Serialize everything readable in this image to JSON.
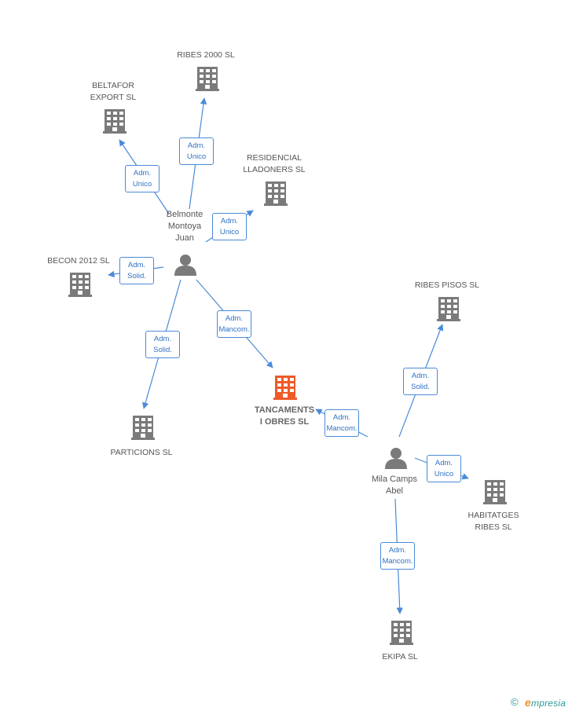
{
  "companies": {
    "ribes2000": "RIBES 2000 SL",
    "beltafor": "BELTAFOR\nEXPORT SL",
    "residencial": "RESIDENCIAL\nLLADONERS SL",
    "becon": "BECON 2012 SL",
    "particions": "PARTICIONS SL",
    "tancaments": "TANCAMENTS\nI OBRES SL",
    "ribespisos": "RIBES PISOS SL",
    "habitatges": "HABITATGES\nRIBES  SL",
    "ekipa": "EKIPA SL"
  },
  "persons": {
    "belmonte": "Belmonte\nMontoya\nJuan",
    "mila": "Mila Camps\nAbel"
  },
  "roles": {
    "beltafor": "Adm.\nUnico",
    "ribes2000": "Adm.\nUnico",
    "residencial": "Adm.\nUnico",
    "becon": "Adm.\nSolid.",
    "particions": "Adm.\nSolid.",
    "tancaments_belmonte": "Adm.\nMancom.",
    "tancaments_mila": "Adm.\nMancom.",
    "ribespisos": "Adm.\nSolid.",
    "habitatges": "Adm.\nUnico",
    "ekipa": "Adm.\nMancom."
  },
  "footer": {
    "copyright_symbol": "©",
    "brand_initial": "e",
    "brand_rest": "mpresia"
  },
  "colors": {
    "building": "#7a7a7a",
    "building_main": "#f05a28",
    "person": "#7a7a7a",
    "edge": "#4a8ad8"
  }
}
